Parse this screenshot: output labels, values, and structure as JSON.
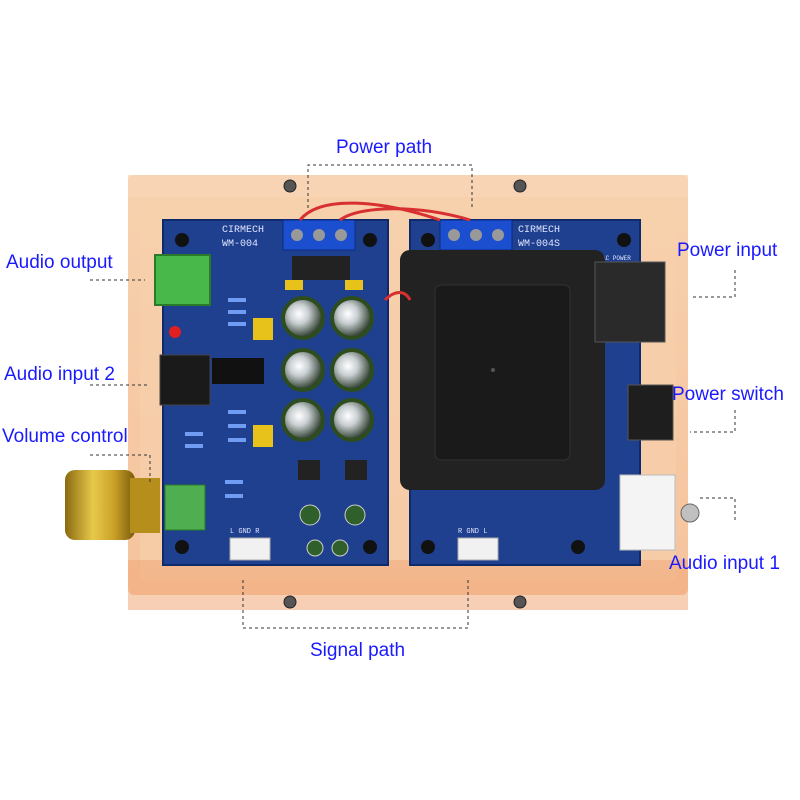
{
  "labels": {
    "power_path": "Power path",
    "audio_output": "Audio output",
    "audio_input_2": "Audio input 2",
    "volume_control": "Volume control",
    "power_input": "Power input",
    "power_switch": "Power switch",
    "audio_input_1": "Audio input 1",
    "signal_path": "Signal path"
  },
  "boards": {
    "left_brand": "CIRMECH",
    "left_model": "WM-004",
    "right_brand": "CIRMECH",
    "right_model": "WM-004S",
    "left_connector_pins": "L  GND  R",
    "right_connector_pins": "R GND  L",
    "ac_power": "AC POWER"
  },
  "colors": {
    "callout_text": "#1a1aff",
    "pcb": "#1f3f8f",
    "enclosure": "#f2b88a"
  }
}
